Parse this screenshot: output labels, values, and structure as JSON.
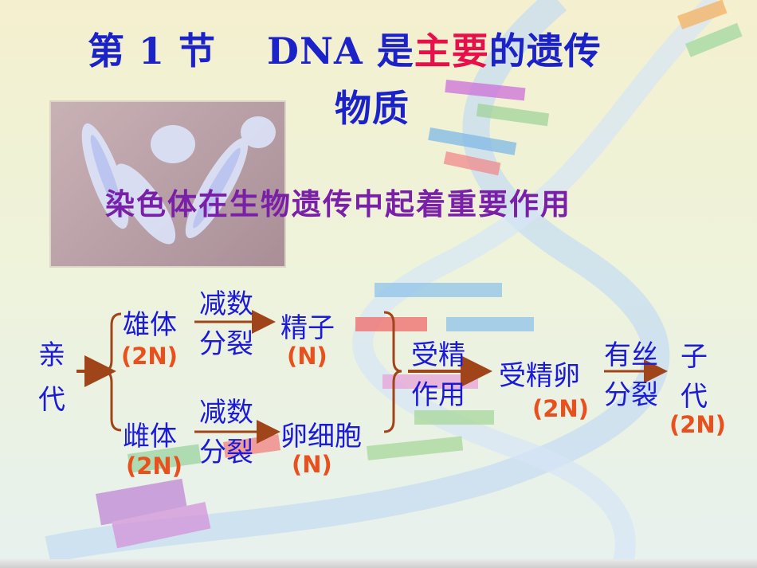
{
  "title": {
    "prefix": "第 1 节　 DNA 是",
    "highlight": "主要",
    "suffix": "的遗传",
    "line2": "物质"
  },
  "subtitle": "染色体在生物遗传中起着重要作用",
  "diagram": {
    "parent": [
      "亲",
      "代"
    ],
    "male": "雄体",
    "male_ploidy": "(2N)",
    "female": "雌体",
    "female_ploidy": "(2N)",
    "meiosis_top": [
      "减数",
      "分裂"
    ],
    "meiosis_bottom": [
      "减数",
      "分裂"
    ],
    "sperm": "精子",
    "sperm_ploidy": "(N)",
    "egg": "卵细胞",
    "egg_ploidy": "(N)",
    "fertilization": [
      "受精",
      "作用"
    ],
    "zygote": "受精卵",
    "zygote_ploidy": "(2N)",
    "mitosis": [
      "有丝",
      "分裂"
    ],
    "offspring": [
      "子",
      "代"
    ],
    "offspring_ploidy": "(2N)"
  },
  "colors": {
    "title_blue": "#1a22c8",
    "highlight_red": "#e8104a",
    "subtitle_purple": "#7a1fa8",
    "text_blue": "#1a1ad8",
    "ploidy_orange": "#e8501e",
    "arrow_brown": "#a0441a"
  }
}
